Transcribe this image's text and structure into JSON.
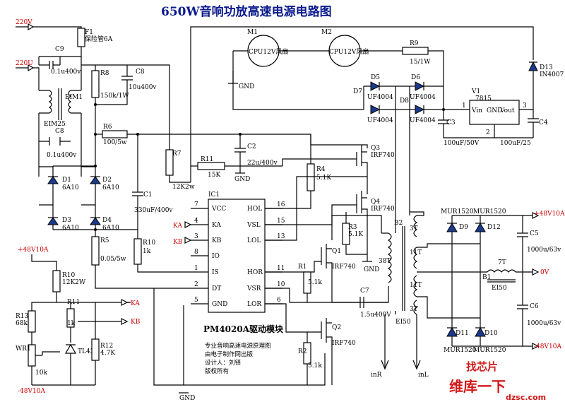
{
  "title": "650W音响功放高速电源电路图",
  "module_title": "PM4020A驱动模块",
  "notes": [
    "专业音响高速电源原理图",
    "由电子制作网出版",
    "设计人：刘铎",
    "版权所有"
  ],
  "ports": {
    "ac_220v_top": "220V",
    "ac_220u": "220U",
    "plus48_left": "+48V10A",
    "minus48_left": "-48V10A",
    "plus48_right": "+48V10A",
    "minus48_right": "-48V10A",
    "zero_v": "0V",
    "ka_out": "KA",
    "kb_out": "KB",
    "ka_in": "KA",
    "kb_in": "KB",
    "inR": "inR",
    "inL": "inL",
    "gnd_m1": "GND",
    "gnd_c2": "GND",
    "gnd_q4": "GND",
    "gnd_bottom": "GND"
  },
  "ic": {
    "ref": "IC1",
    "left_pins": [
      {
        "num": "7",
        "name": "VCC"
      },
      {
        "num": "4",
        "name": "KA"
      },
      {
        "num": "3",
        "name": "KB"
      },
      {
        "num": "8",
        "name": "IO"
      },
      {
        "num": "1",
        "name": "IS"
      },
      {
        "num": "2",
        "name": "DT"
      },
      {
        "num": "5",
        "name": "GND"
      }
    ],
    "right_pins": [
      {
        "num": "16",
        "name": "HOL"
      },
      {
        "num": "15",
        "name": "VSL"
      },
      {
        "num": "13",
        "name": "LOL"
      },
      {
        "num": "11",
        "name": "HOR"
      },
      {
        "num": "10",
        "name": "VSR"
      },
      {
        "num": "6",
        "name": "LOR"
      }
    ]
  },
  "components": {
    "F1": "F1",
    "F1_val": "保险管6A",
    "C9": "C9",
    "C9_val": "0.1u400v",
    "C8a": "C8",
    "C8a_val": "10u400v",
    "C8b": "C8",
    "C8b_val": "0.1u400v",
    "EIM1": "EIM1",
    "EIM25": "EIM25",
    "R8": "R8",
    "R8_val": "150k/1W",
    "R6": "R6",
    "R6_val": "100/5w",
    "R7": "R7",
    "R7_val": "12K2w",
    "R11": "R11",
    "R11_val": "15K",
    "C2": "C2",
    "C2_val": "22u/400v",
    "C1": "C1",
    "C1_val": "330uF/400v",
    "D1": "D1",
    "D1_val": "6A10",
    "D2": "D2",
    "D2_val": "6A10",
    "D3": "D3",
    "D3_val": "6A10",
    "D4": "D4",
    "D4_val": "6A10",
    "R5": "R5",
    "R5_val": "0.05/5w",
    "R10": "R10",
    "R10_val": "1k",
    "R10b": "R10",
    "R10b_val": "12K2W",
    "R13": "R13",
    "R13_val": "68k",
    "R11b": "R11",
    "R11b_val": "1k",
    "R12": "R12",
    "R12_val": "4.7K",
    "WR1": "WR1",
    "WR1_val": "10k",
    "TL431": "TL431",
    "M1": "M1",
    "M1_val": "CPU12V风扇",
    "M2": "M2",
    "M2_val": "CPU12V风扇",
    "R9": "R9",
    "R9_val": "15/1W",
    "D13": "D13",
    "D13_val": "IN4007",
    "D5": "D5",
    "D5_val": "UF4004",
    "D6": "D6",
    "D6_val": "UF4004",
    "D7": "D7",
    "D7_val": "UF4004",
    "D8": "D8",
    "D8_val": "UF4004",
    "V1": "V1",
    "V1_val": "7815",
    "V1_vin": "Vin",
    "V1_gnd": "GND",
    "V1_vout": "Vout",
    "V1_p1": "1",
    "V1_p2": "2",
    "V1_p3": "3",
    "C3": "C3",
    "C3_val": "100uF/50V",
    "C4": "C4",
    "C4_val": "100uF/25",
    "Q3": "Q3",
    "Q3_val": "IRF740",
    "Q4": "Q4",
    "Q4_val": "IRF740",
    "Q1": "Q1",
    "Q1_val": "IRF740",
    "Q2": "Q2",
    "Q2_val": "IRF740",
    "R4": "R4",
    "R4_val": "5.1K",
    "R3": "R3",
    "R3_val": "5.1K",
    "R1": "R1",
    "R1_val": "5.1k",
    "R2": "R2",
    "R2_val": "5.1k",
    "C7": "C7",
    "C7_val": "1.5u400V",
    "B2": "B2",
    "B2_core": "EI50",
    "B2_38T": "38T",
    "B2_3Ta": "3T",
    "B2_11Ta": "11T",
    "B2_11Tb": "11T",
    "B2_3Tb": "3T",
    "B1": "B1",
    "B1_core": "EI50",
    "B1_turns": "7T",
    "D9": "D9",
    "D9_val": "MUR1520",
    "D12": "D12",
    "D12_val": "MUR1520",
    "D11": "D11",
    "D11_val": "MUR1520",
    "D10": "D10",
    "D10_val": "MUR1520",
    "C5": "C5",
    "C5_val": "1000u/63v",
    "C6": "C6",
    "C6_val": "1000u/63v"
  },
  "watermark": {
    "line1": "找芯片",
    "line2": "维库一下",
    "domain": "dzsc.com"
  },
  "colors": {
    "wire": "#000000",
    "title": "#0a1a8c",
    "label_red": "#cc0000",
    "diode_fill": "#1a3a8a",
    "watermark_red": "#d11a1a"
  }
}
